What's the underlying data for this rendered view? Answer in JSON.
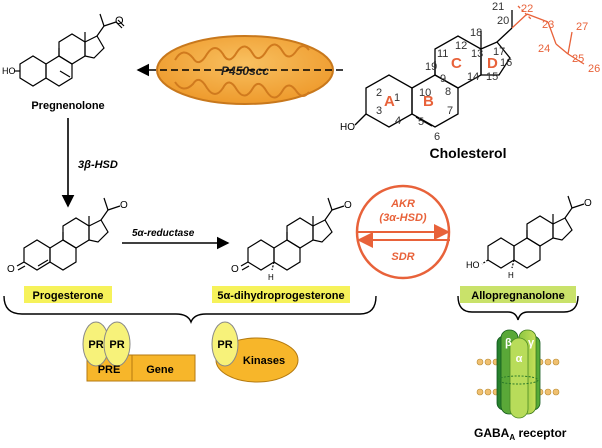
{
  "enzymes": {
    "p450scc": "P450scc",
    "hsd3b": "3β-HSD",
    "reductase5a": "5α-reductase",
    "akr": "AKR",
    "akr_sub": "(3α-HSD)",
    "sdr": "SDR"
  },
  "molecules": {
    "pregnenolone": "Pregnenolone",
    "cholesterol": "Cholesterol",
    "progesterone": "Progesterone",
    "dhp": "5α-dihydroprogesterone",
    "allopregnanolone": "Allopregnanolone"
  },
  "ring_labels": {
    "a": "A",
    "b": "B",
    "c": "C",
    "d": "D"
  },
  "atoms": {
    "ho": "HO",
    "o": "O",
    "h": "H"
  },
  "carbon_numbers": [
    "1",
    "2",
    "3",
    "4",
    "5",
    "6",
    "7",
    "8",
    "9",
    "10",
    "11",
    "12",
    "13",
    "14",
    "15",
    "16",
    "17",
    "18",
    "19",
    "20",
    "21",
    "22",
    "23",
    "24",
    "25",
    "26",
    "27"
  ],
  "receptor_boxes": {
    "pr": "PR",
    "pre": "PRE",
    "gene": "Gene",
    "kinases": "Kinases"
  },
  "gaba": {
    "label": "GABA",
    "subscript": "A",
    "suffix": " receptor",
    "alpha": "α",
    "beta": "β",
    "gamma": "γ"
  },
  "colors": {
    "accent": "#e8623a",
    "mito": "#f0a035",
    "mito_dark": "#c8781c",
    "label_bg": "#f6f25a",
    "allo_bg": "#c9e26a",
    "box_orange": "#f7b62a",
    "pr_yellow": "#f7f27a",
    "green_dark": "#1e7a2a",
    "green_mid": "#7cc34a",
    "green_light": "#b8dc5a",
    "membrane": "#f0c070"
  }
}
